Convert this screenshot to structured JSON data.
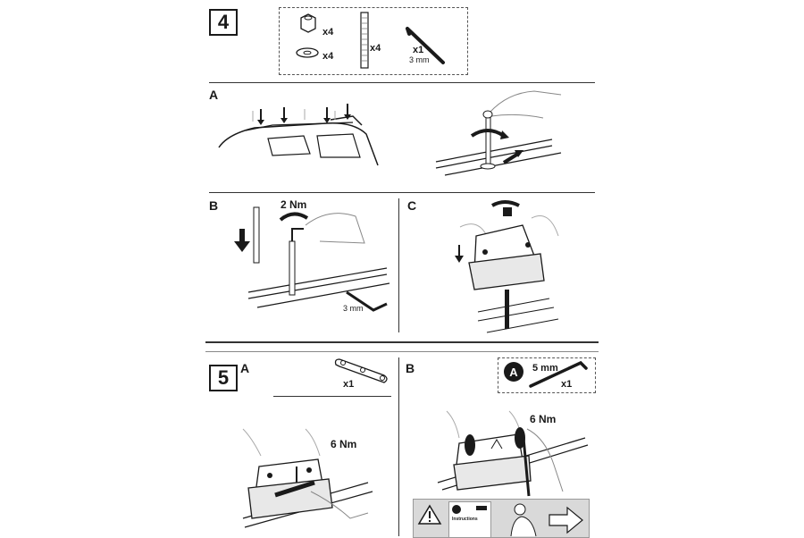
{
  "step4": {
    "number": "4",
    "parts": {
      "nut_qty": "x4",
      "washer_qty": "x4",
      "bolt_qty": "x4",
      "key_qty": "x1",
      "key_size": "3 mm"
    },
    "panel_a": {
      "label": "A"
    },
    "panel_b": {
      "label": "B",
      "torque": "2 Nm",
      "key_size": "3 mm"
    },
    "panel_c": {
      "label": "C"
    }
  },
  "step5": {
    "number": "5",
    "panel_a": {
      "label": "A",
      "plate_qty": "x1",
      "torque": "6 Nm"
    },
    "panel_b": {
      "label": "B",
      "tool_badge": "A",
      "key_size": "5 mm",
      "key_qty": "x1",
      "torque": "6 Nm"
    },
    "warning_card": {
      "title": "Instructions"
    }
  },
  "colors": {
    "line": "#1a1a1a",
    "hatch": "#9a9a9a",
    "foot": "#e8e8e8",
    "card_bg": "#d9d9d9"
  }
}
